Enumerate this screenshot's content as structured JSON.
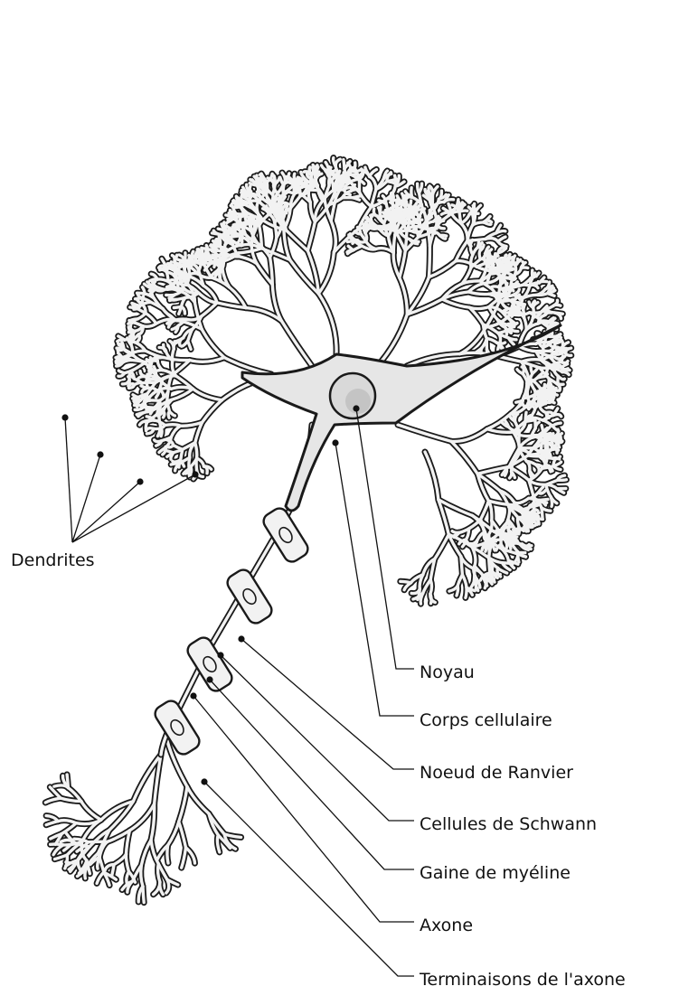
{
  "labels": {
    "dendrites": "Dendrites",
    "noyau": "Noyau",
    "corps_cellulaire": "Corps cellulaire",
    "noeud_de_ranvier": "Noeud de Ranvier",
    "cellules_de_schwann": "Cellules de Schwann",
    "gaine_de_myeline": "Gaine de myéline",
    "axone": "Axone",
    "terminaisons": "Terminaisons de l'axone"
  },
  "colors": {
    "outline": "#1a1a1a",
    "fill": "#f2f2f2",
    "soma_fill": "#e6e6e6",
    "nucleus_fill": "#d9d9d9"
  }
}
